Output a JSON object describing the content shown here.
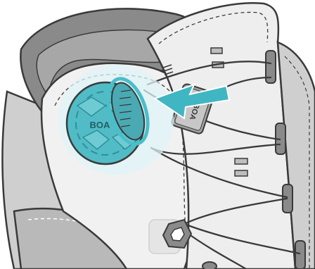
{
  "illustration": {
    "knob_brand_text": "BOA",
    "guide_brand_text": "BOA",
    "colors": {
      "boot_light": "#f1f1f1",
      "boot_mid": "#d6d6d6",
      "boot_dark": "#8f8f8f",
      "collar": "#7d7d7d",
      "outline": "#3a3a3a",
      "dial_teal": "#52bcc6",
      "dial_dark": "#2f8f99",
      "arrow_teal": "#3fb6c2",
      "glow": "#dff3f6"
    },
    "icons": [
      "boot-illustration",
      "boa-dial-icon",
      "arrow-icon",
      "lace-guide-icon",
      "lace-eyelet-icon"
    ]
  }
}
